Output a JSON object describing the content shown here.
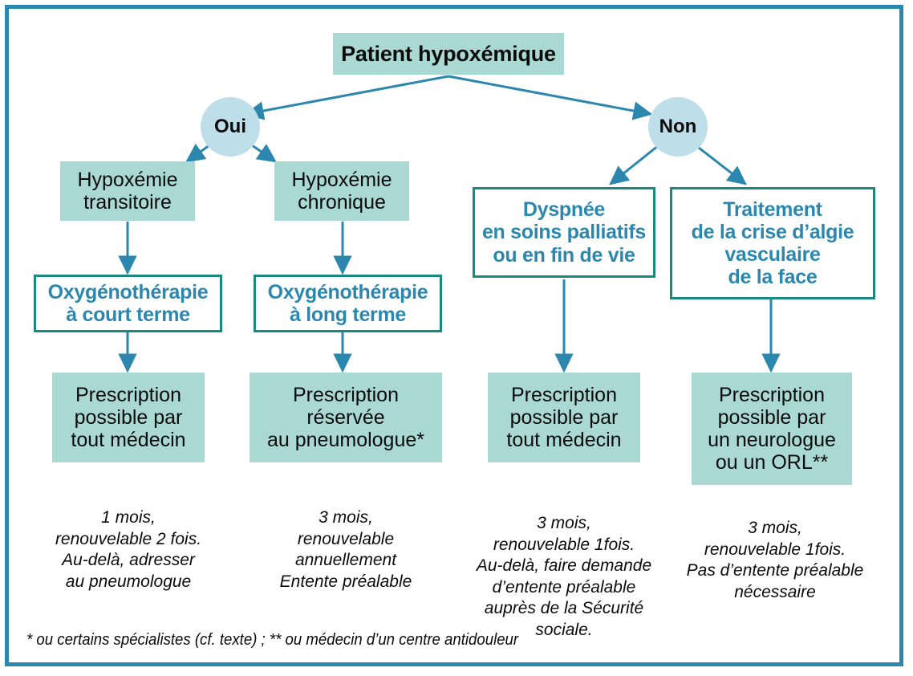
{
  "figure": {
    "title": "Patient hypoxémique",
    "border_color": "#2b87ad",
    "fill_box_color": "#a9d9d2",
    "circle_color": "#bedee9",
    "outline_border_color": "#1b8a7e",
    "outline_text_color": "#2b87ad",
    "arrow_color": "#2b87ad"
  },
  "decisions": {
    "yes": "Oui",
    "no": "Non"
  },
  "branches": [
    {
      "condition": "Hypoxémie\ntransitoire",
      "treatment": "Oxygénothérapie\nà court terme",
      "prescriber": "Prescription\npossible par\ntout médecin",
      "note": "1 mois,\nrenouvelable 2 fois.\nAu-delà, adresser\nau pneumologue"
    },
    {
      "condition": "Hypoxémie\nchronique",
      "treatment": "Oxygénothérapie\nà long terme",
      "prescriber": "Prescription\nréservée\nau pneumologue*",
      "note": "3 mois,\nrenouvelable\nannuellement\nEntente préalable"
    },
    {
      "condition": "",
      "treatment": "Dyspnée\nen soins palliatifs\nou en fin de vie",
      "prescriber": "Prescription\npossible par\ntout médecin",
      "note": "3 mois,\nrenouvelable 1fois.\nAu-delà, faire demande\nd’entente préalable\nauprès de la Sécurité\nsociale."
    },
    {
      "condition": "",
      "treatment": "Traitement\nde la crise d’algie\nvasculaire\nde la face",
      "prescriber": "Prescription\npossible par\nun neurologue\nou un ORL**",
      "note": "3 mois,\nrenouvelable 1fois.\nPas d’entente préalable\nnécessaire"
    }
  ],
  "footnote": "* ou certains spécialistes (cf. texte) ; ** ou médecin d’un centre antidouleur"
}
